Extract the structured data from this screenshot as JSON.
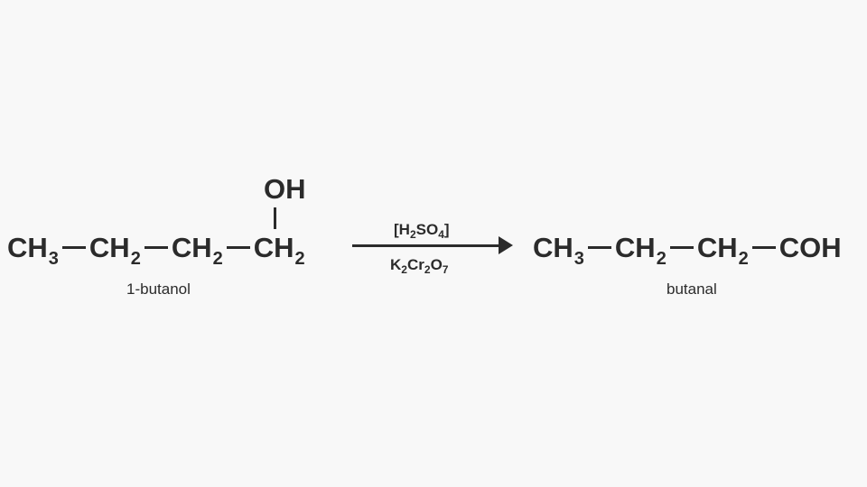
{
  "reactant": {
    "groups": [
      {
        "main": "CH",
        "sub": "3"
      },
      {
        "main": "CH",
        "sub": "2"
      },
      {
        "main": "CH",
        "sub": "2"
      },
      {
        "main": "CH",
        "sub": "2"
      }
    ],
    "substituent": "OH",
    "name": "1-butanol"
  },
  "reagents": {
    "top": {
      "open": "[H",
      "sub1": "2",
      "mid": "SO",
      "sub2": "4",
      "close": "]"
    },
    "bottom": {
      "a": "K",
      "sub1": "2",
      "b": "Cr",
      "sub2": "2",
      "c": "O",
      "sub3": "7"
    }
  },
  "product": {
    "groups": [
      {
        "main": "CH",
        "sub": "3"
      },
      {
        "main": "CH",
        "sub": "2"
      },
      {
        "main": "CH",
        "sub": "2"
      },
      {
        "main": "COH",
        "sub": ""
      }
    ],
    "name": "butanal"
  },
  "colors": {
    "ink": "#2b2b2b",
    "background": "#f8f8f8"
  }
}
